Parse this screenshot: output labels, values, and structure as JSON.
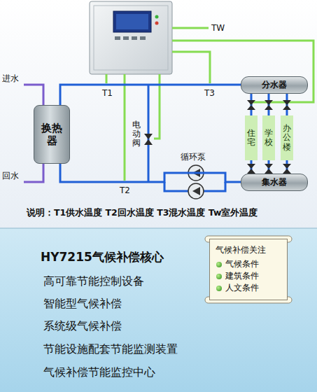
{
  "diagram": {
    "nodes": [
      {
        "text": [
          "分水器"
        ]
      },
      {
        "text": [
          "换热器"
        ]
      },
      {
        "text": [
          "住宅"
        ]
      },
      {
        "text": [
          "学校"
        ]
      },
      {
        "text": [
          "办公楼"
        ]
      },
      {
        "text": [
          "集水器"
        ]
      },
      {
        "text": [
          "气候补偿关注",
          "气候条件",
          "建筑条件",
          "人文条件"
        ]
      }
    ],
    "edges": [
      {
        "from": 1,
        "to": 0,
        "arrow": "none"
      },
      {
        "from": 0,
        "to": 2,
        "arrow": "none"
      },
      {
        "from": 0,
        "to": 3,
        "arrow": "none"
      },
      {
        "from": 0,
        "to": 4,
        "arrow": "none"
      },
      {
        "from": 2,
        "to": 5,
        "arrow": "none"
      },
      {
        "from": 3,
        "to": 5,
        "arrow": "none"
      },
      {
        "from": 4,
        "to": 5,
        "arrow": "none"
      },
      {
        "from": 5,
        "to": 1,
        "arrow": "none"
      }
    ],
    "labels": [
      "进水",
      "回水",
      "T1",
      "T2",
      "T3",
      "TW",
      "电动阀",
      "循环泵",
      "说明：T1供水温度 T2回水温度 T3混水温度 Tw室外温度",
      "HY7215气候补偿核心",
      "高可靠节能控制设备",
      "智能型气候补偿",
      "系统级气候补偿",
      "节能设施配套节能监测装置",
      "气候补偿节能监控中心"
    ]
  }
}
